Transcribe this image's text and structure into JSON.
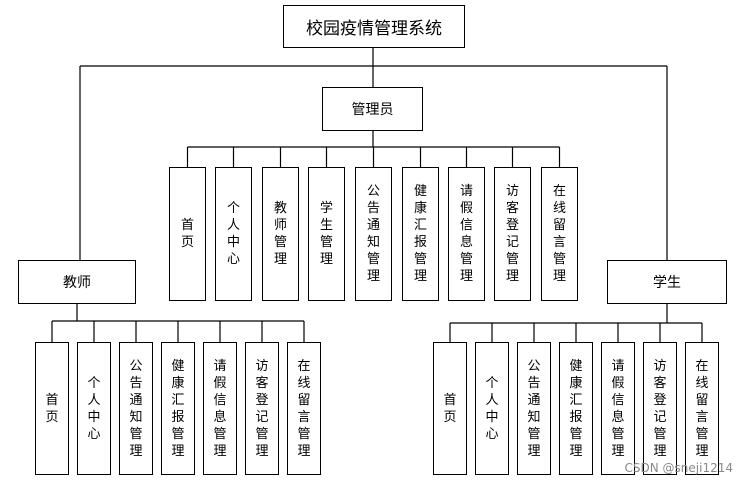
{
  "diagram": {
    "title": "校园疫情管理系统",
    "roles": {
      "admin": {
        "label": "管理员",
        "items": [
          "首页",
          "个人中心",
          "教师管理",
          "学生管理",
          "公告通知管理",
          "健康汇报管理",
          "请假信息管理",
          "访客登记管理",
          "在线留言管理"
        ]
      },
      "teacher": {
        "label": "教师",
        "items": [
          "首页",
          "个人中心",
          "公告通知管理",
          "健康汇报管理",
          "请假信息管理",
          "访客登记管理",
          "在线留言管理"
        ]
      },
      "student": {
        "label": "学生",
        "items": [
          "首页",
          "个人中心",
          "公告通知管理",
          "健康汇报管理",
          "请假信息管理",
          "访客登记管理",
          "在线留言管理"
        ]
      }
    },
    "watermark": "CSDN @sneji1214",
    "colors": {
      "line": "#000000",
      "box_border": "#000000",
      "background": "#ffffff",
      "watermark": "#8a8a8a"
    }
  }
}
